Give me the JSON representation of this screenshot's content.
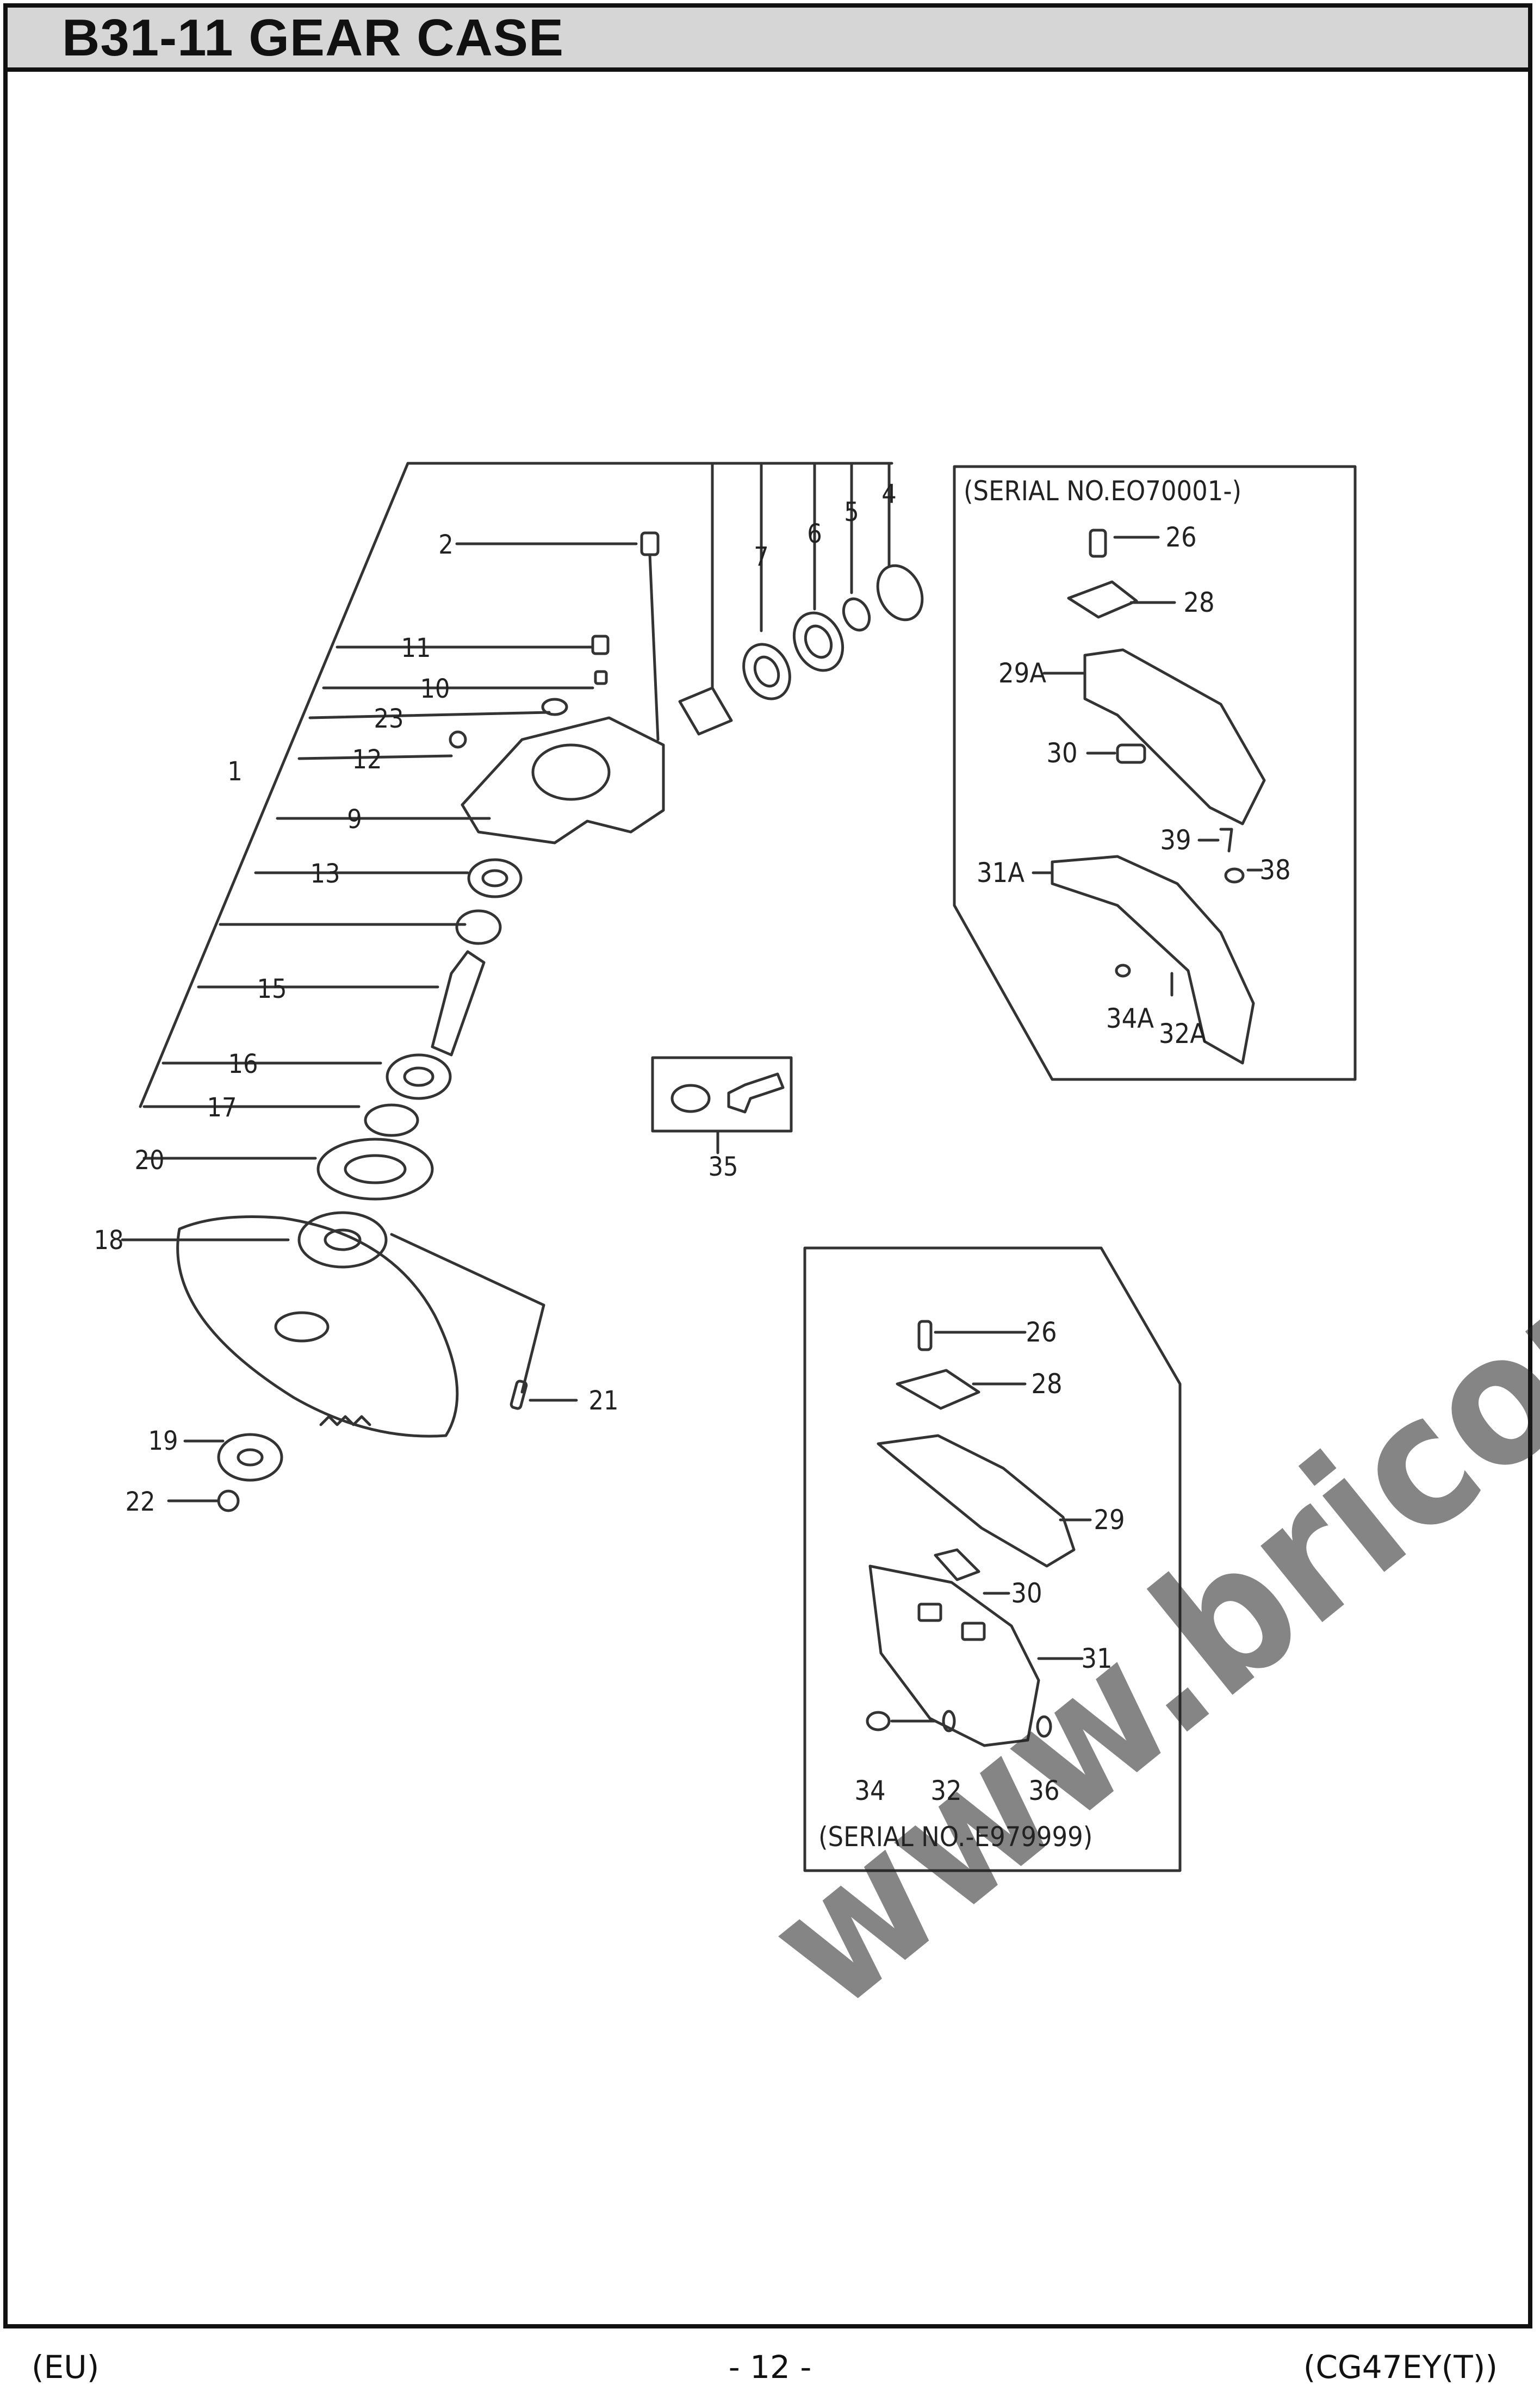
{
  "header": {
    "title": "B31-11 GEAR CASE"
  },
  "watermark": "www.bricoutensili.com",
  "diagram": {
    "main_labels": [
      "2",
      "7",
      "6",
      "5",
      "4",
      "11",
      "10",
      "23",
      "12",
      "1",
      "9",
      "13",
      "15",
      "16",
      "17",
      "20",
      "18",
      "21",
      "19",
      "22",
      "35"
    ],
    "inset_top": {
      "caption": "(SERIAL NO.EO70001-)",
      "labels": [
        "26",
        "28",
        "29A",
        "30",
        "39",
        "38",
        "31A",
        "34A",
        "32A"
      ]
    },
    "inset_bottom": {
      "caption": "(SERIAL NO.-E979999)",
      "labels": [
        "26",
        "28",
        "29",
        "30",
        "31",
        "34",
        "32",
        "36"
      ]
    }
  },
  "footer": {
    "left": "(EU)",
    "center": "- 12 -",
    "right": "(CG47EY(T))"
  }
}
